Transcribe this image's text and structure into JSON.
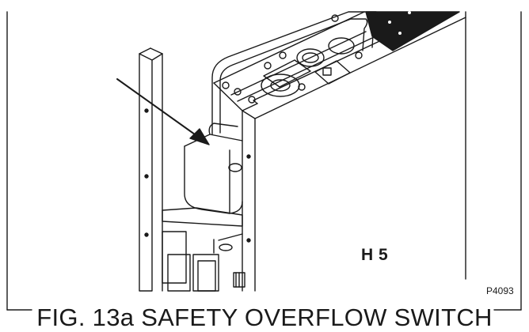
{
  "figure": {
    "label": "H 5",
    "reference": "P4093",
    "caption": "FIG. 13a SAFETY OVERFLOW SWITCH"
  },
  "colors": {
    "line": "#1a1a1a",
    "background": "#ffffff",
    "dark_panel": "#1a1a1a"
  },
  "icons": [
    "arrow-pointer-icon"
  ]
}
